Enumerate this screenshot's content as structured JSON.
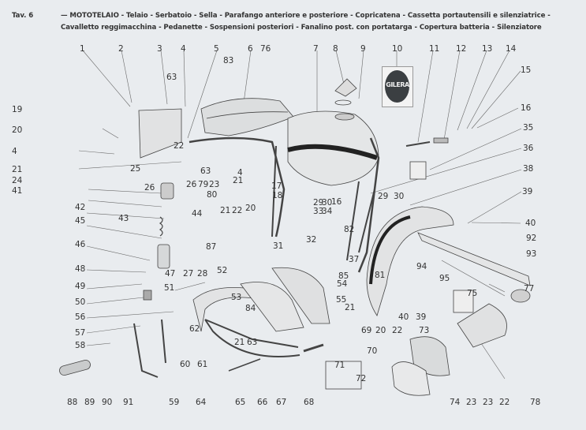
{
  "header": {
    "table_label": "Tav. 6",
    "line1": "— MOTOTELAIO - Telaio - Serbatoio - Sella - Parafango anteriore e posteriore - Copricatena - Cassetta portautensili e silenziatrice -",
    "line2": "Cavalletto reggimacchina - Pedanette - Sospensioni posteriori - Fanalino post. con portatarga - Copertura batteria - Silenziatore"
  },
  "logo": {
    "text": "GILERA"
  },
  "parts": [
    {
      "id": "p1",
      "n": "1"
    },
    {
      "id": "p2",
      "n": "2"
    },
    {
      "id": "p3",
      "n": "3"
    },
    {
      "id": "p4a",
      "n": "4"
    },
    {
      "id": "p5",
      "n": "5"
    },
    {
      "id": "p6",
      "n": "6"
    },
    {
      "id": "p7",
      "n": "7"
    },
    {
      "id": "p8",
      "n": "8"
    },
    {
      "id": "p9",
      "n": "9"
    },
    {
      "id": "p10",
      "n": "10"
    },
    {
      "id": "p11",
      "n": "11"
    },
    {
      "id": "p12",
      "n": "12"
    },
    {
      "id": "p13",
      "n": "13"
    },
    {
      "id": "p14",
      "n": "14"
    },
    {
      "id": "p15",
      "n": "15"
    },
    {
      "id": "p16a",
      "n": "16"
    },
    {
      "id": "p63a",
      "n": "63"
    },
    {
      "id": "p83",
      "n": "83"
    },
    {
      "id": "p76",
      "n": "76"
    },
    {
      "id": "p19",
      "n": "19"
    },
    {
      "id": "p20a",
      "n": "20"
    },
    {
      "id": "p4b",
      "n": "4"
    },
    {
      "id": "p22a",
      "n": "22"
    },
    {
      "id": "p21a",
      "n": "21"
    },
    {
      "id": "p25",
      "n": "25"
    },
    {
      "id": "p24",
      "n": "24"
    },
    {
      "id": "p26a",
      "n": "26"
    },
    {
      "id": "p41",
      "n": "41"
    },
    {
      "id": "p26b",
      "n": "26"
    },
    {
      "id": "p79",
      "n": "79"
    },
    {
      "id": "p23a",
      "n": "23"
    },
    {
      "id": "p63b",
      "n": "63"
    },
    {
      "id": "p21b",
      "n": "21"
    },
    {
      "id": "p4c",
      "n": "4"
    },
    {
      "id": "p17",
      "n": "17"
    },
    {
      "id": "p18",
      "n": "18"
    },
    {
      "id": "p16b",
      "n": "16"
    },
    {
      "id": "p35",
      "n": "35"
    },
    {
      "id": "p36",
      "n": "36"
    },
    {
      "id": "p38",
      "n": "38"
    },
    {
      "id": "p80",
      "n": "80"
    },
    {
      "id": "p21c",
      "n": "21"
    },
    {
      "id": "p22b",
      "n": "22"
    },
    {
      "id": "p20b",
      "n": "20"
    },
    {
      "id": "p29a",
      "n": "29"
    },
    {
      "id": "p30a",
      "n": "30"
    },
    {
      "id": "p33",
      "n": "33"
    },
    {
      "id": "p34",
      "n": "34"
    },
    {
      "id": "p29b",
      "n": "29"
    },
    {
      "id": "p30b",
      "n": "30"
    },
    {
      "id": "p39a",
      "n": "39"
    },
    {
      "id": "p42",
      "n": "42"
    },
    {
      "id": "p43",
      "n": "43"
    },
    {
      "id": "p44",
      "n": "44"
    },
    {
      "id": "p40a",
      "n": "40"
    },
    {
      "id": "p45",
      "n": "45"
    },
    {
      "id": "p82",
      "n": "82"
    },
    {
      "id": "p92",
      "n": "92"
    },
    {
      "id": "p46",
      "n": "46"
    },
    {
      "id": "p87",
      "n": "87"
    },
    {
      "id": "p31",
      "n": "31"
    },
    {
      "id": "p32",
      "n": "32"
    },
    {
      "id": "p37",
      "n": "37"
    },
    {
      "id": "p93",
      "n": "93"
    },
    {
      "id": "p94",
      "n": "94"
    },
    {
      "id": "p47",
      "n": "47"
    },
    {
      "id": "p27",
      "n": "27"
    },
    {
      "id": "p28",
      "n": "28"
    },
    {
      "id": "p52",
      "n": "52"
    },
    {
      "id": "p48",
      "n": "48"
    },
    {
      "id": "p81",
      "n": "81"
    },
    {
      "id": "p85",
      "n": "85"
    },
    {
      "id": "p54",
      "n": "54"
    },
    {
      "id": "p95",
      "n": "95"
    },
    {
      "id": "p49",
      "n": "49"
    },
    {
      "id": "p51",
      "n": "51"
    },
    {
      "id": "p75",
      "n": "75"
    },
    {
      "id": "p77",
      "n": "77"
    },
    {
      "id": "p50",
      "n": "50"
    },
    {
      "id": "p53",
      "n": "53"
    },
    {
      "id": "p84",
      "n": "84"
    },
    {
      "id": "p55",
      "n": "55"
    },
    {
      "id": "p21d",
      "n": "21"
    },
    {
      "id": "p40b",
      "n": "40"
    },
    {
      "id": "p39b",
      "n": "39"
    },
    {
      "id": "p56",
      "n": "56"
    },
    {
      "id": "p73",
      "n": "73"
    },
    {
      "id": "p57",
      "n": "57"
    },
    {
      "id": "p62",
      "n": "62"
    },
    {
      "id": "p21e",
      "n": "21"
    },
    {
      "id": "p63c",
      "n": "63"
    },
    {
      "id": "p69",
      "n": "69"
    },
    {
      "id": "p20c",
      "n": "20"
    },
    {
      "id": "p22c",
      "n": "22"
    },
    {
      "id": "p58",
      "n": "58"
    },
    {
      "id": "p70",
      "n": "70"
    },
    {
      "id": "p60",
      "n": "60"
    },
    {
      "id": "p61",
      "n": "61"
    },
    {
      "id": "p71",
      "n": "71"
    },
    {
      "id": "p72",
      "n": "72"
    },
    {
      "id": "p88",
      "n": "88"
    },
    {
      "id": "p89",
      "n": "89"
    },
    {
      "id": "p90",
      "n": "90"
    },
    {
      "id": "p91",
      "n": "91"
    },
    {
      "id": "p59",
      "n": "59"
    },
    {
      "id": "p64",
      "n": "64"
    },
    {
      "id": "p65",
      "n": "65"
    },
    {
      "id": "p66",
      "n": "66"
    },
    {
      "id": "p67",
      "n": "67"
    },
    {
      "id": "p68",
      "n": "68"
    },
    {
      "id": "p74",
      "n": "74"
    },
    {
      "id": "p23b",
      "n": "23"
    },
    {
      "id": "p23c",
      "n": "23"
    },
    {
      "id": "p22d",
      "n": "22"
    },
    {
      "id": "p78",
      "n": "78"
    }
  ]
}
